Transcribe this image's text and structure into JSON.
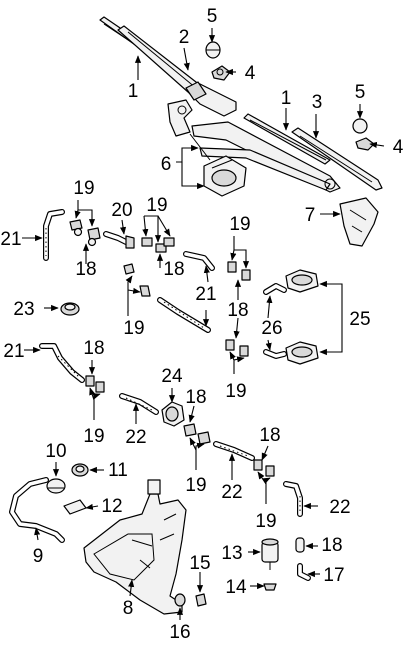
{
  "diagram": {
    "callouts": [
      "1",
      "2",
      "5",
      "4",
      "1",
      "3",
      "5",
      "4",
      "6",
      "7",
      "21",
      "19",
      "18",
      "20",
      "19",
      "18",
      "19",
      "19",
      "18",
      "21",
      "23",
      "19",
      "18",
      "26",
      "25",
      "19",
      "21",
      "18",
      "19",
      "24",
      "22",
      "18",
      "19",
      "18",
      "19",
      "10",
      "11",
      "12",
      "9",
      "22",
      "22",
      "19",
      "13",
      "18",
      "15",
      "14",
      "17",
      "8",
      "16"
    ]
  }
}
